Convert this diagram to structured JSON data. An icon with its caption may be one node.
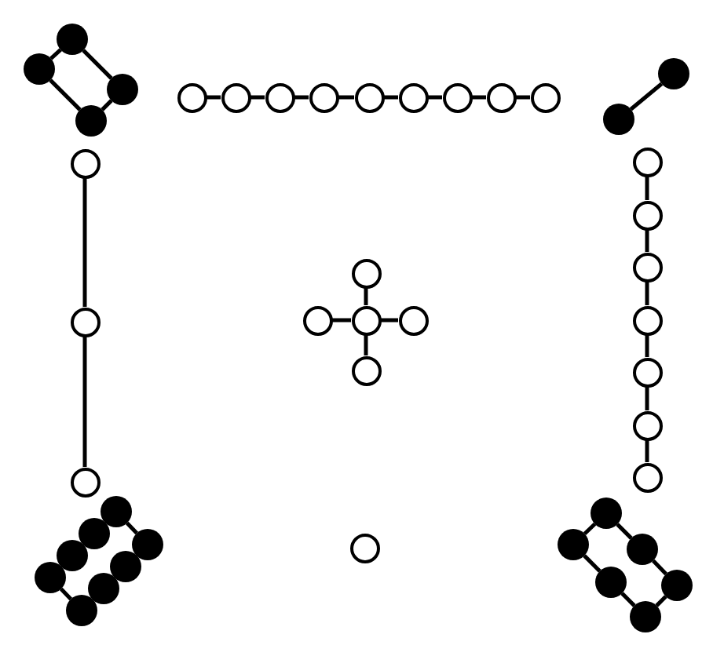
{
  "diagram": {
    "nodes": [
      {
        "text": [],
        "shape": "dot"
      },
      {
        "text": [],
        "shape": "dot"
      },
      {
        "text": [],
        "shape": "dot"
      },
      {
        "text": [],
        "shape": "dot"
      },
      {
        "text": [],
        "shape": "circle"
      },
      {
        "text": [],
        "shape": "circle"
      },
      {
        "text": [],
        "shape": "circle"
      },
      {
        "text": [],
        "shape": "circle"
      },
      {
        "text": [],
        "shape": "circle"
      },
      {
        "text": [],
        "shape": "circle"
      },
      {
        "text": [],
        "shape": "circle"
      },
      {
        "text": [],
        "shape": "circle"
      },
      {
        "text": [],
        "shape": "circle"
      },
      {
        "text": [],
        "shape": "dot"
      },
      {
        "text": [],
        "shape": "dot"
      },
      {
        "text": [],
        "shape": "circle"
      },
      {
        "text": [],
        "shape": "circle"
      },
      {
        "text": [],
        "shape": "circle"
      },
      {
        "text": [],
        "shape": "circle"
      },
      {
        "text": [],
        "shape": "circle"
      },
      {
        "text": [],
        "shape": "circle"
      },
      {
        "text": [],
        "shape": "circle"
      },
      {
        "text": [],
        "shape": "circle"
      },
      {
        "text": [],
        "shape": "circle"
      },
      {
        "text": [],
        "shape": "circle"
      },
      {
        "text": [],
        "shape": "circle"
      },
      {
        "text": [],
        "shape": "circle"
      },
      {
        "text": [],
        "shape": "circle"
      },
      {
        "text": [],
        "shape": "circle"
      },
      {
        "text": [],
        "shape": "circle"
      },
      {
        "text": [],
        "shape": "dot"
      },
      {
        "text": [],
        "shape": "dot"
      },
      {
        "text": [],
        "shape": "dot"
      },
      {
        "text": [],
        "shape": "dot"
      },
      {
        "text": [],
        "shape": "dot"
      },
      {
        "text": [],
        "shape": "dot"
      },
      {
        "text": [],
        "shape": "dot"
      },
      {
        "text": [],
        "shape": "dot"
      },
      {
        "text": [],
        "shape": "circle"
      },
      {
        "text": [],
        "shape": "dot"
      },
      {
        "text": [],
        "shape": "dot"
      },
      {
        "text": [],
        "shape": "dot"
      },
      {
        "text": [],
        "shape": "dot"
      },
      {
        "text": [],
        "shape": "dot"
      },
      {
        "text": [],
        "shape": "dot"
      }
    ],
    "edges": [
      {
        "from": 0,
        "to": 1,
        "arrow": "none"
      },
      {
        "from": 0,
        "to": 2,
        "arrow": "none"
      },
      {
        "from": 1,
        "to": 3,
        "arrow": "none"
      },
      {
        "from": 2,
        "to": 3,
        "arrow": "none"
      },
      {
        "from": 4,
        "to": 5,
        "arrow": "none"
      },
      {
        "from": 5,
        "to": 6,
        "arrow": "none"
      },
      {
        "from": 6,
        "to": 7,
        "arrow": "none"
      },
      {
        "from": 7,
        "to": 8,
        "arrow": "none"
      },
      {
        "from": 8,
        "to": 9,
        "arrow": "none"
      },
      {
        "from": 9,
        "to": 10,
        "arrow": "none"
      },
      {
        "from": 10,
        "to": 11,
        "arrow": "none"
      },
      {
        "from": 11,
        "to": 12,
        "arrow": "none"
      },
      {
        "from": 13,
        "to": 14,
        "arrow": "none"
      },
      {
        "from": 15,
        "to": 16,
        "arrow": "none"
      },
      {
        "from": 16,
        "to": 17,
        "arrow": "none"
      },
      {
        "from": 18,
        "to": 20,
        "arrow": "none"
      },
      {
        "from": 19,
        "to": 20,
        "arrow": "none"
      },
      {
        "from": 20,
        "to": 21,
        "arrow": "none"
      },
      {
        "from": 20,
        "to": 22,
        "arrow": "none"
      },
      {
        "from": 23,
        "to": 24,
        "arrow": "none"
      },
      {
        "from": 24,
        "to": 25,
        "arrow": "none"
      },
      {
        "from": 25,
        "to": 26,
        "arrow": "none"
      },
      {
        "from": 26,
        "to": 27,
        "arrow": "none"
      },
      {
        "from": 27,
        "to": 28,
        "arrow": "none"
      },
      {
        "from": 28,
        "to": 29,
        "arrow": "none"
      },
      {
        "from": 30,
        "to": 34,
        "arrow": "none"
      },
      {
        "from": 33,
        "to": 37,
        "arrow": "none"
      },
      {
        "from": 39,
        "to": 40,
        "arrow": "none"
      },
      {
        "from": 39,
        "to": 41,
        "arrow": "none"
      },
      {
        "from": 41,
        "to": 43,
        "arrow": "none"
      },
      {
        "from": 40,
        "to": 42,
        "arrow": "none"
      },
      {
        "from": 42,
        "to": 44,
        "arrow": "none"
      },
      {
        "from": 43,
        "to": 44,
        "arrow": "none"
      }
    ]
  }
}
